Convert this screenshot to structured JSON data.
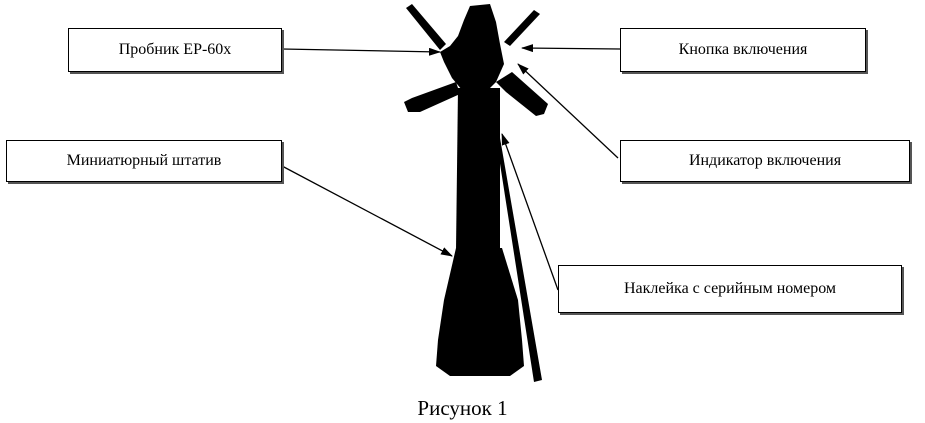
{
  "labels": {
    "probe": "Пробник ЕР-60х",
    "power_button": "Кнопка включения",
    "tripod": "Миниатюрный штатив",
    "power_indicator": "Индикатор включения",
    "serial_sticker": "Наклейка с серийным номером"
  },
  "caption": "Рисунок 1",
  "colors": {
    "ink": "#000000",
    "paper": "#ffffff"
  }
}
